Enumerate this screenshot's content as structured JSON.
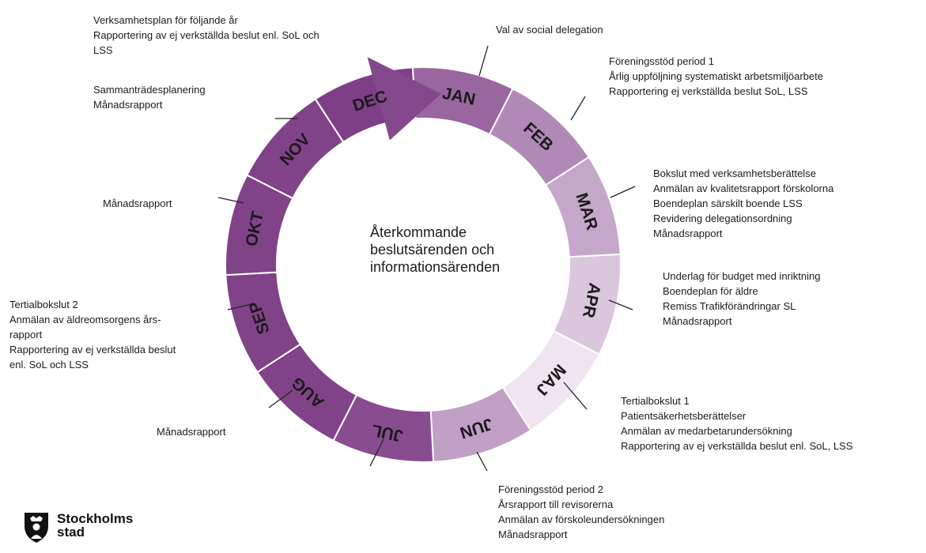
{
  "diagram": {
    "center_lines": [
      "Återkommande",
      "beslutsärenden och",
      "informationsärenden"
    ],
    "months": [
      "JAN",
      "FEB",
      "MAR",
      "APR",
      "MAJ",
      "JUN",
      "JUL",
      "AUG",
      "SEP",
      "OKT",
      "NOV",
      "DEC"
    ],
    "annotations": {
      "jan": [
        "Val av social delegation"
      ],
      "feb": [
        "Föreningsstöd period 1",
        "Årlig uppföljning  systematiskt arbetsmiljöarbete",
        "Rapportering  ej verkställda beslut SoL, LSS"
      ],
      "mar": [
        "Bokslut med verksamhetsberättelse",
        "Anmälan av kvalitetsrapport förskolorna",
        "Boendeplan särskilt boende LSS",
        "Revidering  delegationsordning",
        "Månadsrapport"
      ],
      "apr": [
        "Underlag för budget med inriktning",
        "Boendeplan för äldre",
        "Remiss Trafikförändringar  SL",
        "Månadsrapport"
      ],
      "maj": [
        "Tertialbokslut 1",
        "Patientsäkerhetsberättelser",
        "Anmälan  av medarbetarundersökning",
        "Rapportering  av ej verkställda  beslut enl. SoL, LSS"
      ],
      "jun": [
        "Föreningsstöd  period 2",
        "Årsrapport till revisorerna",
        "Anmälan av förskoleundersökningen",
        "Månadsrapport"
      ],
      "aug": [
        "Månadsrapport"
      ],
      "sep": [
        "Tertialbokslut  2",
        "Anmälan  av äldreomsorgens  års-",
        "rapport",
        "Rapportering  av ej verkställda  beslut",
        "enl.  SoL och LSS"
      ],
      "okt": [
        "Månadsrapport"
      ],
      "nov": [
        "Sammanträdesplanering",
        "Månadsrapport"
      ],
      "dec": [
        "Verksamhetsplan för följande år",
        "Rapportering  av ej verkställda beslut enl. SoL och",
        "LSS"
      ]
    }
  },
  "logo": {
    "lines": [
      "Stockholms",
      "stad"
    ]
  },
  "colors": {
    "dark": "#7e3f86",
    "light": "#f7f0f8",
    "divider": "#ffffff",
    "text": "#1b1b1b"
  }
}
